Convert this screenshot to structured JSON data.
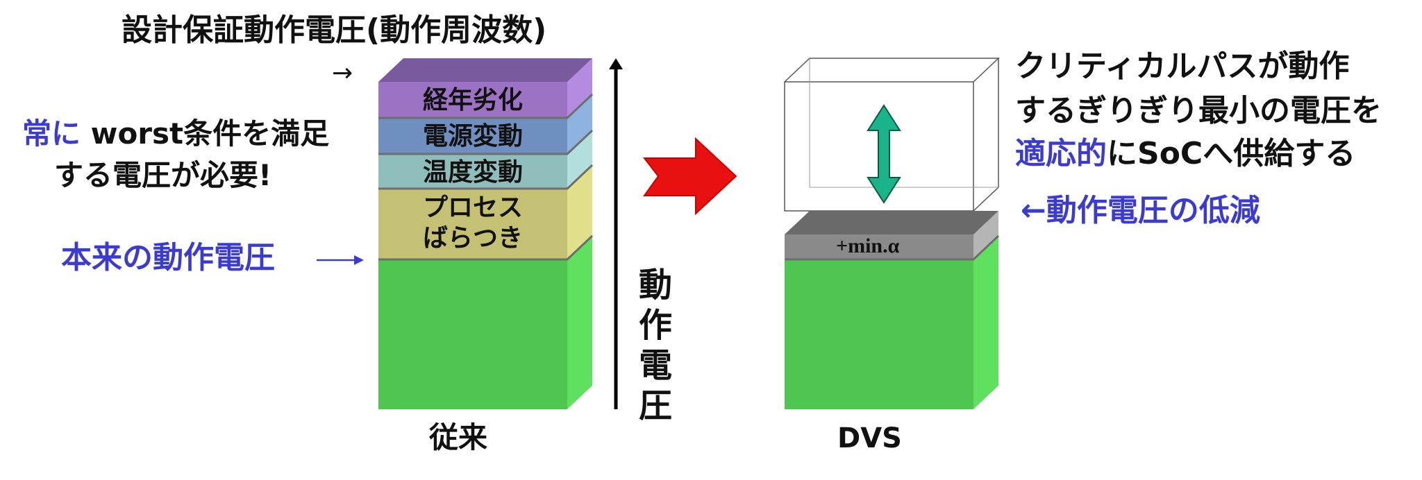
{
  "title": "設計保証動作電圧(動作周波数)",
  "title_arrow": "→",
  "left_note": {
    "line1_blue": "常に",
    "line1_rest": " worst条件を満足",
    "line2": "する電圧が必要!"
  },
  "base_label": "本来の動作電圧",
  "base_arrow": "→",
  "stack_layers": [
    {
      "text": "経年劣化",
      "color": "#9b72c4"
    },
    {
      "text": "電源変動",
      "color": "#6f8fc0"
    },
    {
      "text": "温度変動",
      "color": "#8fbcba"
    },
    {
      "text": "プロセス\nばらつき",
      "color": "#c9c47a"
    }
  ],
  "base_color": "#4fc64f",
  "axis_label_chars": [
    "動",
    "作",
    "電",
    "圧"
  ],
  "left_caption": "従来",
  "right_caption": "DVS",
  "margin_label": "+min.α",
  "right_note": {
    "line1": "クリティカルパスが動作",
    "line2": "するぎりぎり最小の電圧を",
    "line3_blue": "適応的",
    "line3_rest": "にSoCへ供給する"
  },
  "reduction_label": "←動作電圧の低減",
  "colors": {
    "accent_blue": "#3b3bd0",
    "arrow_red": "#e81010",
    "double_arrow_teal": "#19b48a",
    "margin_grey": "#8a8a8a"
  }
}
